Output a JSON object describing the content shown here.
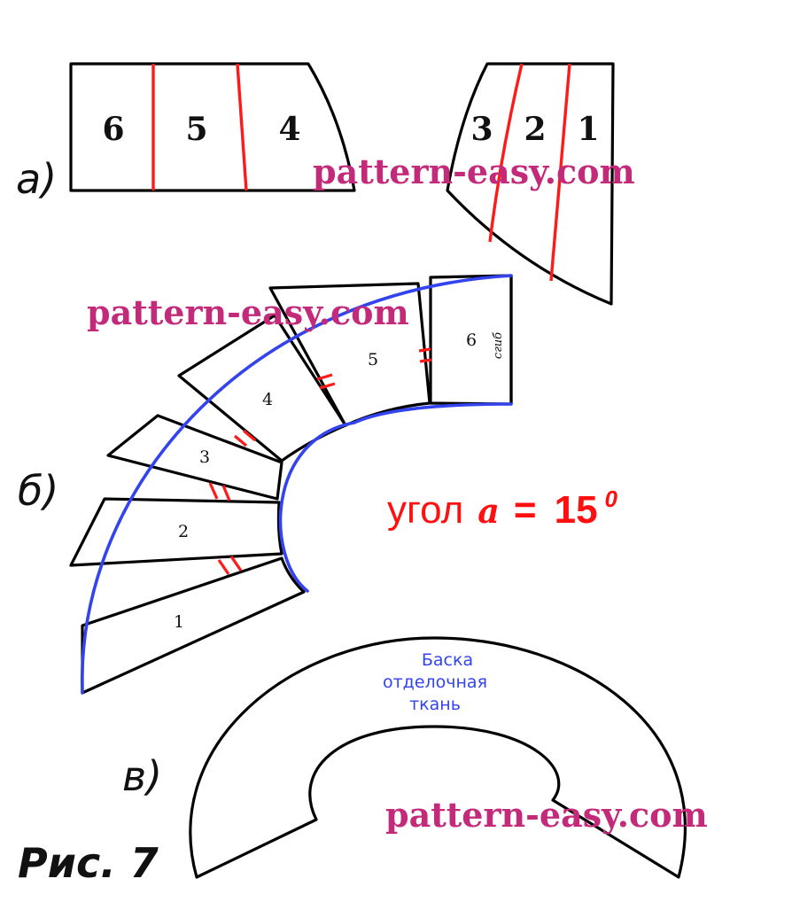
{
  "section_a": {
    "label": "а)",
    "left_piece_numbers": [
      "6",
      "5",
      "4"
    ],
    "right_piece_numbers": [
      "3",
      "2",
      "1"
    ]
  },
  "section_b": {
    "label": "б)",
    "segment_numbers": [
      "1",
      "2",
      "3",
      "4",
      "5",
      "6"
    ],
    "fold_label": "сгиб",
    "angle_word": "угол",
    "angle_symbol": "а",
    "angle_equals": "=",
    "angle_value": "15",
    "angle_unit": "0"
  },
  "section_v": {
    "label": "в)",
    "piece_caption": [
      "Баска",
      "отделочная",
      "ткань"
    ]
  },
  "figure_label": "Рис. 7",
  "watermarks": [
    "pattern-easy.com",
    "pattern-easy.com",
    "pattern-easy.com"
  ],
  "colors": {
    "cut_lines": "#ff1a1a",
    "arc": "#3344ee",
    "watermark": "#c42a7a",
    "caption": "#3344ee"
  }
}
